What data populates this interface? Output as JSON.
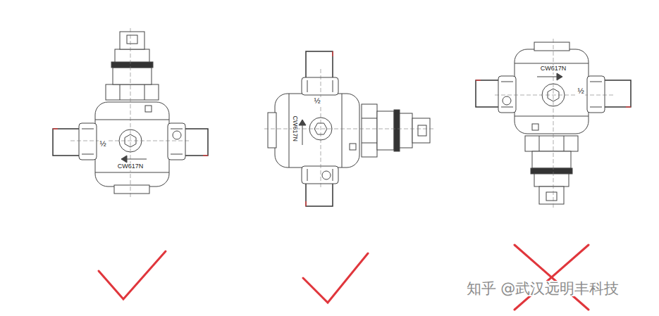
{
  "diagram": {
    "labels": [
      "½",
      "CW617N",
      "½",
      "CW617N",
      "CW617N",
      "½",
      "知乎 @武汉远明丰科技"
    ]
  }
}
